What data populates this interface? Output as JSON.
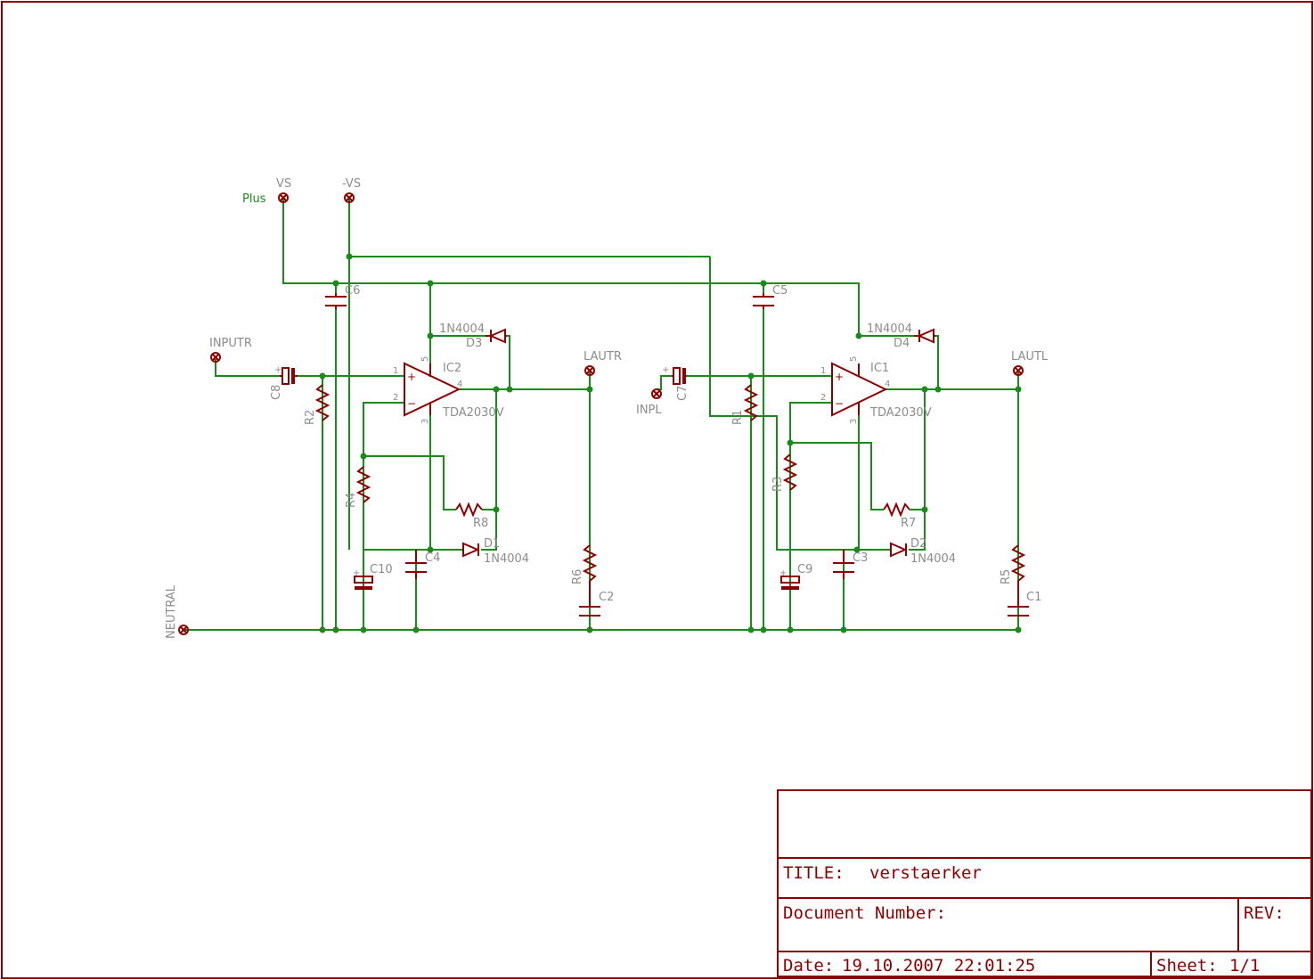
{
  "colors": {
    "frame": "#8c0000",
    "wire": "#1a8a1a",
    "part": "#8c0000",
    "label": "#8c8c8c",
    "net_label": "#1a8a1a"
  },
  "title_block": {
    "title_label": "TITLE:",
    "title_value": "verstaerker",
    "doc_label": "Document Number:",
    "rev_label": "REV:",
    "date_label": "Date:",
    "date_value": "19.10.2007  22:01:25",
    "sheet_label": "Sheet:",
    "sheet_value": "1/1"
  },
  "net_labels": {
    "plus": "Plus"
  },
  "connectors": {
    "vs": "VS",
    "neg_vs": "-VS",
    "inputr": "INPUTR",
    "inpl": "INPL",
    "lautr": "LAUTR",
    "lautl": "LAUTL",
    "neutral": "NEUTRAL"
  },
  "parts": {
    "ic1": "IC1",
    "ic2": "IC2",
    "ic_value": "TDA2030V",
    "diode_value": "1N4004",
    "d1": "D1",
    "d2": "D2",
    "d3": "D3",
    "d4": "D4",
    "r1": "R1",
    "r2": "R2",
    "r3": "R3",
    "r4": "R4",
    "r5": "R5",
    "r6": "R6",
    "r7": "R7",
    "r8": "R8",
    "c1": "C1",
    "c2": "C2",
    "c3": "C3",
    "c4": "C4",
    "c5": "C5",
    "c6": "C6",
    "c7": "C7",
    "c8": "C8",
    "c9": "C9",
    "c10": "C10"
  },
  "pins": {
    "p1": "1",
    "p2": "2",
    "p3": "3",
    "p4": "4",
    "p5": "5",
    "plus": "+",
    "minus": "−"
  }
}
